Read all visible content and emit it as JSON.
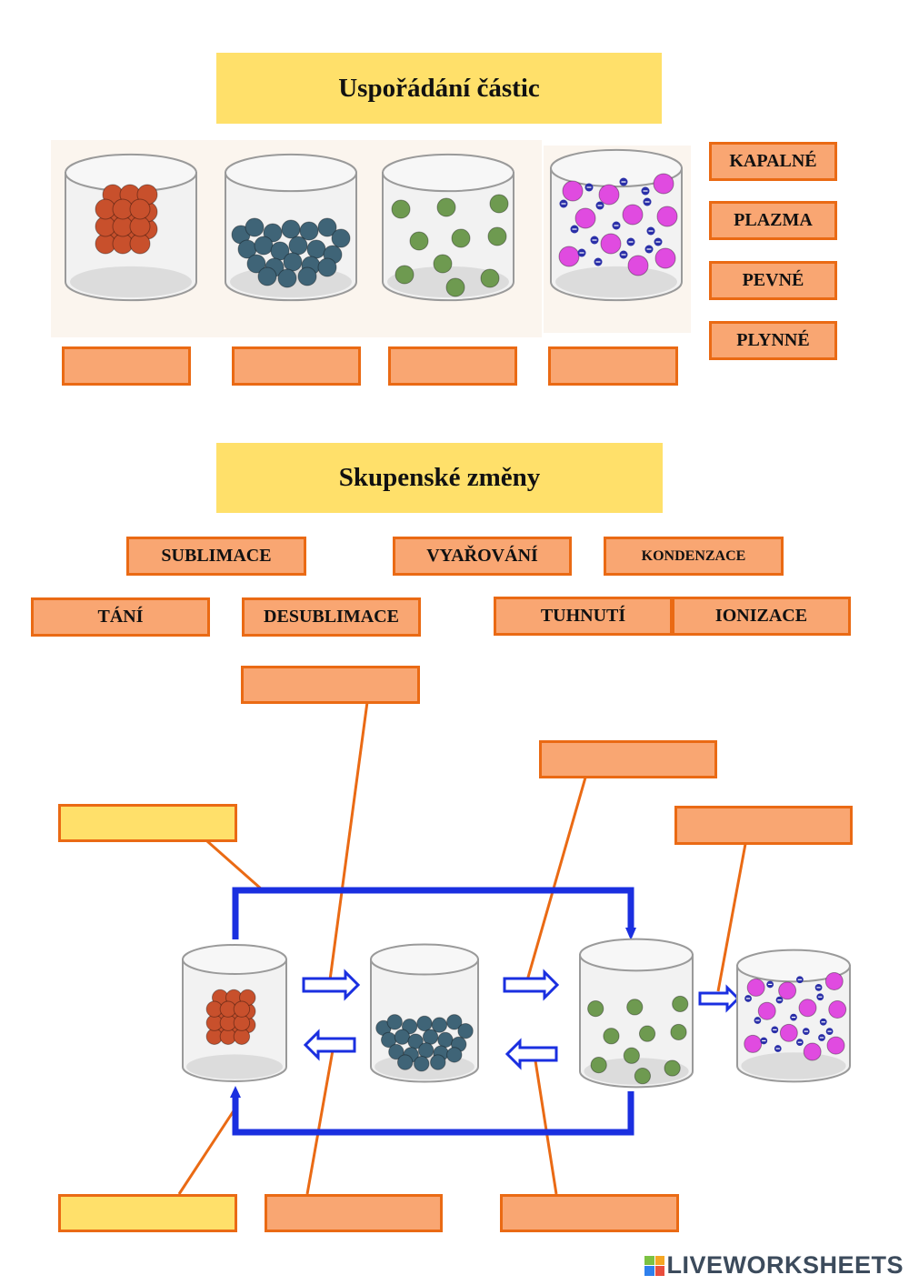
{
  "section1": {
    "title": "Uspořádání částic",
    "choices": [
      "KAPALNÉ",
      "PLAZMA",
      "PEVNÉ",
      "PLYNNÉ"
    ]
  },
  "section2": {
    "title": "Skupenské změny",
    "choices_row1": [
      "SUBLIMACE",
      "VYAŘOVÁNÍ",
      "KONDENZACE"
    ],
    "choices_row2": [
      "TÁNÍ",
      "DESUBLIMACE",
      "TUHNUTÍ",
      "IONIZACE"
    ]
  },
  "colors": {
    "title_bg": "#ffe06a",
    "box_fill": "#f9a672",
    "box_border": "#ea6a14",
    "arrow_blue": "#1a2fe0",
    "solid_particle": "#c8502c",
    "liquid_particle": "#3f6477",
    "gas_particle": "#6e9a50",
    "plasma_ion": "#e04be0",
    "plasma_electron": "#2a2fa8"
  },
  "branding": {
    "text": "LIVEWORKSHEETS",
    "icon": "liveworksheets-logo-icon"
  }
}
